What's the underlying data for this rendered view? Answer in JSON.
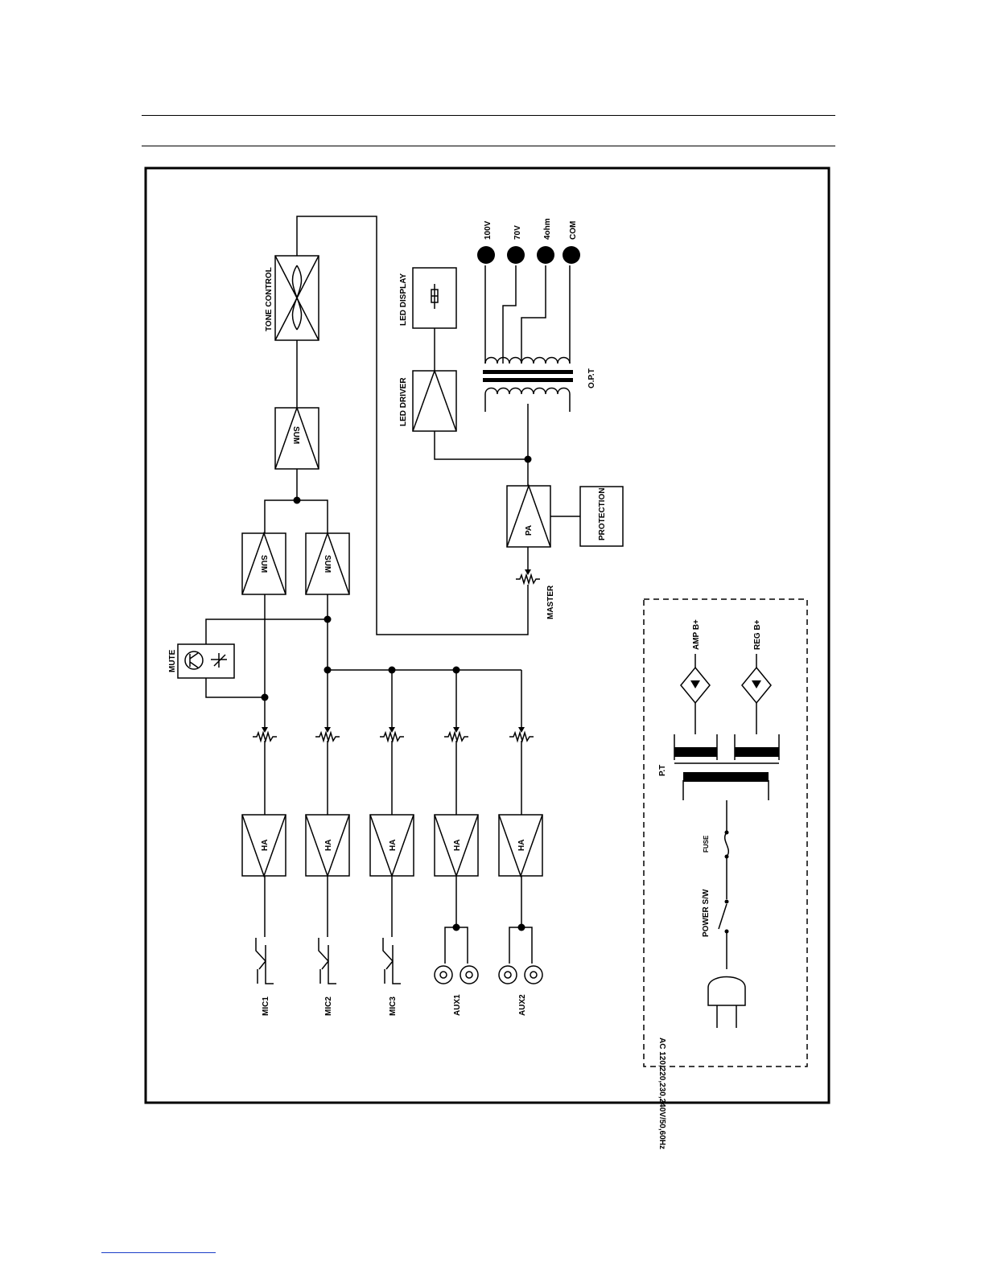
{
  "labels": {
    "tone_control": "TONE CONTROL",
    "sum": "SUM",
    "ha": "HA",
    "pa": "PA",
    "led_display": "LED DISPLAY",
    "led_driver": "LED DRIVER",
    "protection": "PROTECTION",
    "master": "MASTER",
    "mute": "MUTE",
    "opt": "O.P.T",
    "pt": "P.T",
    "amp_b": "AMP B+",
    "reg_b": "REG B+",
    "fuse": "FUSE",
    "power_sw": "POWER S/W",
    "ac": "AC 120,220,230,240V/50,60Hz"
  },
  "outputs": [
    "100V",
    "70V",
    "4ohm",
    "COM"
  ],
  "inputs": [
    "MIC1",
    "MIC2",
    "MIC3",
    "AUX1",
    "AUX2"
  ]
}
